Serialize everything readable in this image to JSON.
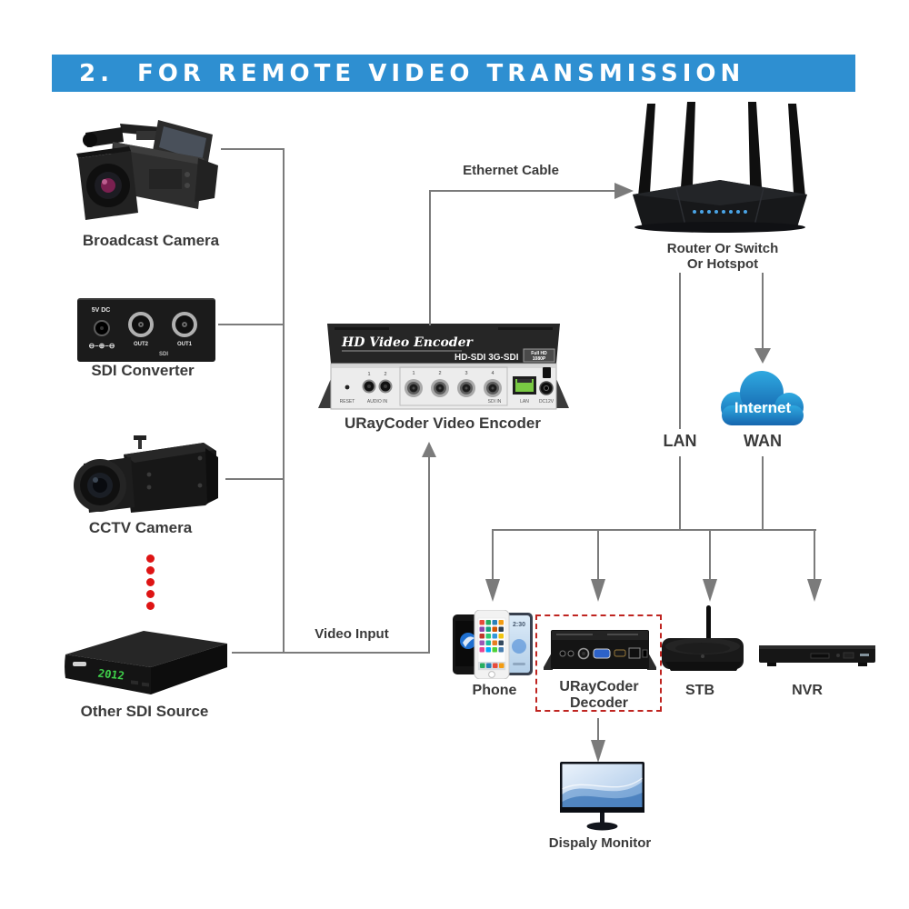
{
  "banner": {
    "number": "2.",
    "title": "FOR REMOTE VIDEO TRANSMISSION"
  },
  "sources": {
    "broadcast": {
      "label": "Broadcast Camera"
    },
    "converter": {
      "label": "SDI Converter",
      "power": "5V DC",
      "polarity": "⊖–⊕–⊖",
      "out2": "OUT2",
      "out1": "OUT1",
      "group": "SDI"
    },
    "cctv": {
      "label": "CCTV Camera"
    },
    "other": {
      "label": "Other SDI Source",
      "display": "2012"
    }
  },
  "encoder": {
    "caption": "URayCoder Video Encoder",
    "top_title": "HD Video Encoder",
    "model": "HD-SDI 3G-SDI",
    "badge_line1": "Full HD",
    "badge_line2": "1080P",
    "reset": "RESET",
    "audio_1": "1",
    "audio_2": "2",
    "audio_label": "AUDIO IN",
    "sdi_1": "1",
    "sdi_2": "2",
    "sdi_3": "3",
    "sdi_4": "4",
    "sdi_label": "SDI IN",
    "lan_label": "LAN",
    "power_label": "DC12V"
  },
  "links": {
    "ethernet": "Ethernet Cable",
    "video_input": "Video Input",
    "lan": "LAN",
    "wan": "WAN"
  },
  "router": {
    "line1": "Router Or Switch",
    "line2": "Or Hotspot"
  },
  "internet": {
    "label": "Internet"
  },
  "receivers": {
    "phone": {
      "label": "Phone",
      "time": "2:30"
    },
    "decoder": {
      "line1": "URayCoder",
      "line2": "Decoder"
    },
    "stb": {
      "label": "STB"
    },
    "nvr": {
      "label": "NVR"
    }
  },
  "monitor": {
    "label": "Dispaly Monitor"
  },
  "colors": {
    "banner_bg": "#2E8FD1",
    "line_gray": "#7B7B7B",
    "label_text": "#3A3A3A",
    "cloud_top": "#2FA9E0",
    "cloud_bottom": "#1565AE",
    "dashed_border": "#BF2420",
    "dots_red": "#DE1414",
    "led_green": "#3FD04A",
    "lan_port_green": "#79C943"
  }
}
